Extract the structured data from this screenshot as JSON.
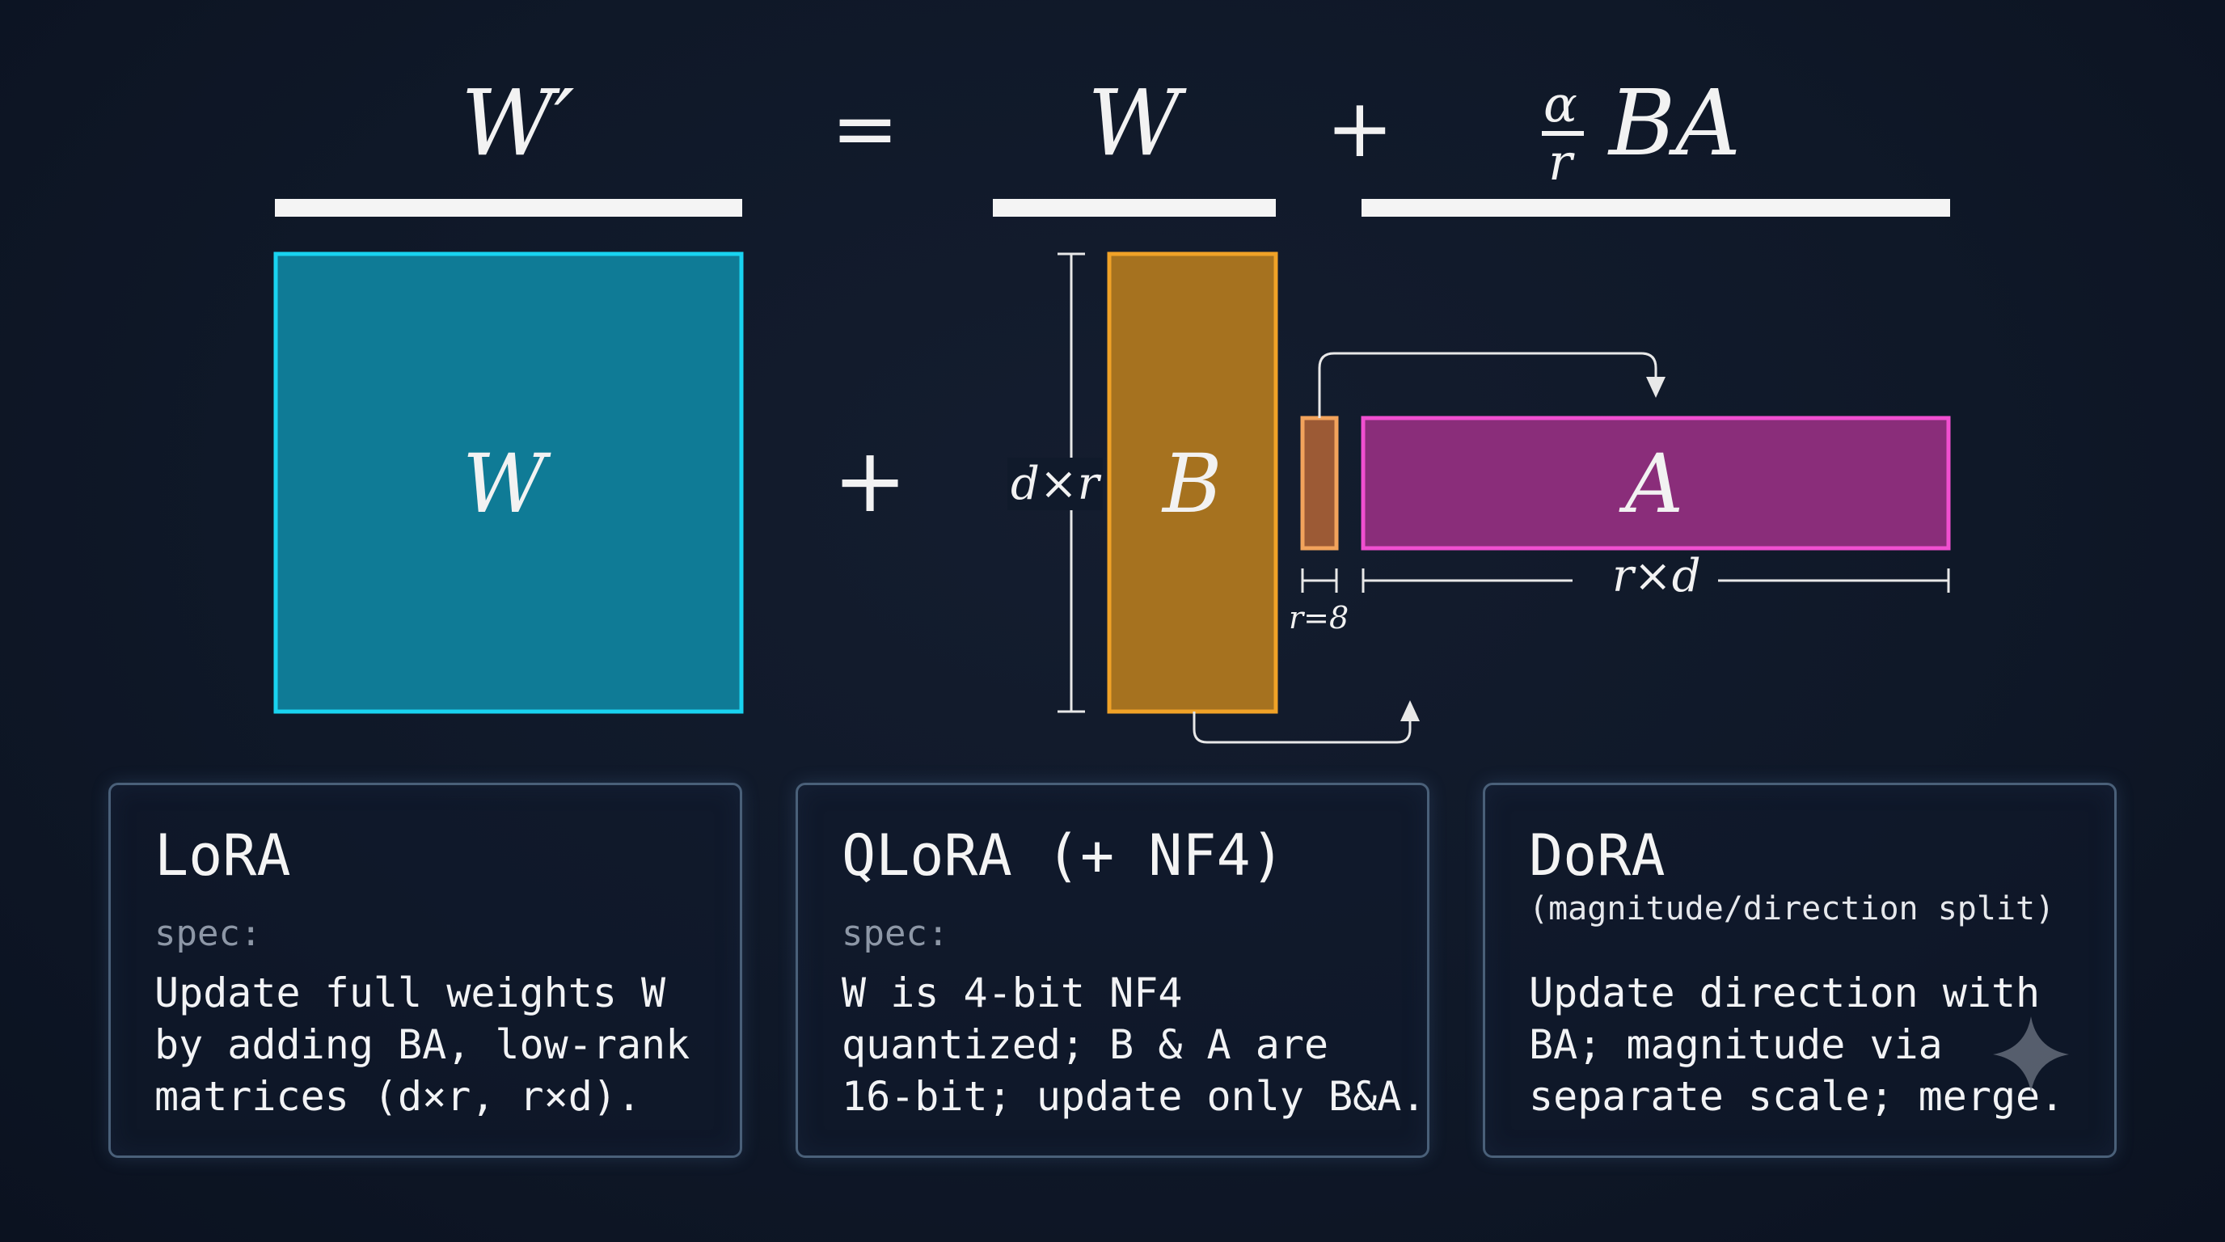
{
  "equation": {
    "lhs": "W′",
    "equals": "=",
    "w": "W",
    "plus": "+",
    "alpha": "α",
    "r": "r",
    "ba": "BA"
  },
  "diagram": {
    "w_label": "W",
    "plus": "+",
    "b_label": "B",
    "a_label": "A",
    "dxr": "d×r",
    "rxd": "r×d",
    "r_value": "r=8",
    "colors": {
      "w_fill": "#0f7b96",
      "w_stroke": "#19d3f0",
      "b_fill": "#a6721f",
      "b_stroke": "#f0a227",
      "a_fill": "#8a2d7a",
      "a_stroke": "#f04fd0",
      "r_fill": "#9c5a35",
      "r_stroke": "#f2a35c"
    }
  },
  "cards": [
    {
      "title": "LoRA",
      "spec": "spec:",
      "description": "Update full weights W\nby adding BA, low-rank\nmatrices (d×r, r×d)."
    },
    {
      "title": "QLoRA (+ NF4)",
      "spec": "spec:",
      "description": "W is 4-bit NF4\nquantized; B & A are\n16-bit; update only B&A."
    },
    {
      "title": "DoRA",
      "subtitle": "(magnitude/direction split)",
      "description": "Update direction with\nBA; magnitude via\nseparate scale; merge."
    }
  ]
}
